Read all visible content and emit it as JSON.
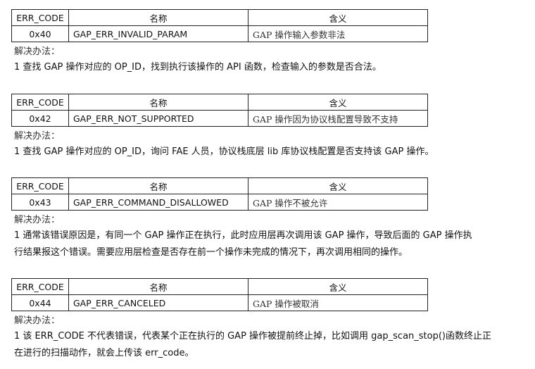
{
  "header": {
    "col_code": "ERR_CODE",
    "col_name": "名称",
    "col_meaning": "含义"
  },
  "solution_label": "解决办法：",
  "sections": [
    {
      "code": "0x40",
      "name": "GAP_ERR_INVALID_PARAM",
      "meaning": "GAP 操作输入参数非法",
      "lines": [
        "1 查找 GAP 操作对应的 OP_ID，找到执行该操作的 API 函数，检查输入的参数是否合法。"
      ]
    },
    {
      "code": "0x42",
      "name": "GAP_ERR_NOT_SUPPORTED",
      "meaning": "GAP 操作因为协议栈配置导致不支持",
      "lines": [
        "1 查找 GAP 操作对应的 OP_ID，询问 FAE 人员，协议栈底层 lib 库协议栈配置是否支持该 GAP 操作。"
      ]
    },
    {
      "code": "0x43",
      "name": "GAP_ERR_COMMAND_DISALLOWED",
      "meaning": "GAP 操作不被允许",
      "lines": [
        "1 通常该错误原因是，有同一个 GAP 操作正在执行，此时应用层再次调用该 GAP 操作，导致后面的 GAP 操作执",
        "行结果报这个错误。需要应用层检查是否存在前一个操作未完成的情况下，再次调用相同的操作。"
      ]
    },
    {
      "code": "0x44",
      "name": "GAP_ERR_CANCELED",
      "meaning": "GAP 操作被取消",
      "lines": [
        "1 该 ERR_CODE 不代表错误，代表某个正在执行的 GAP 操作被提前终止掉，比如调用 gap_scan_stop()函数终止正",
        "在进行的扫描动作，就会上传该 err_code。"
      ]
    }
  ]
}
